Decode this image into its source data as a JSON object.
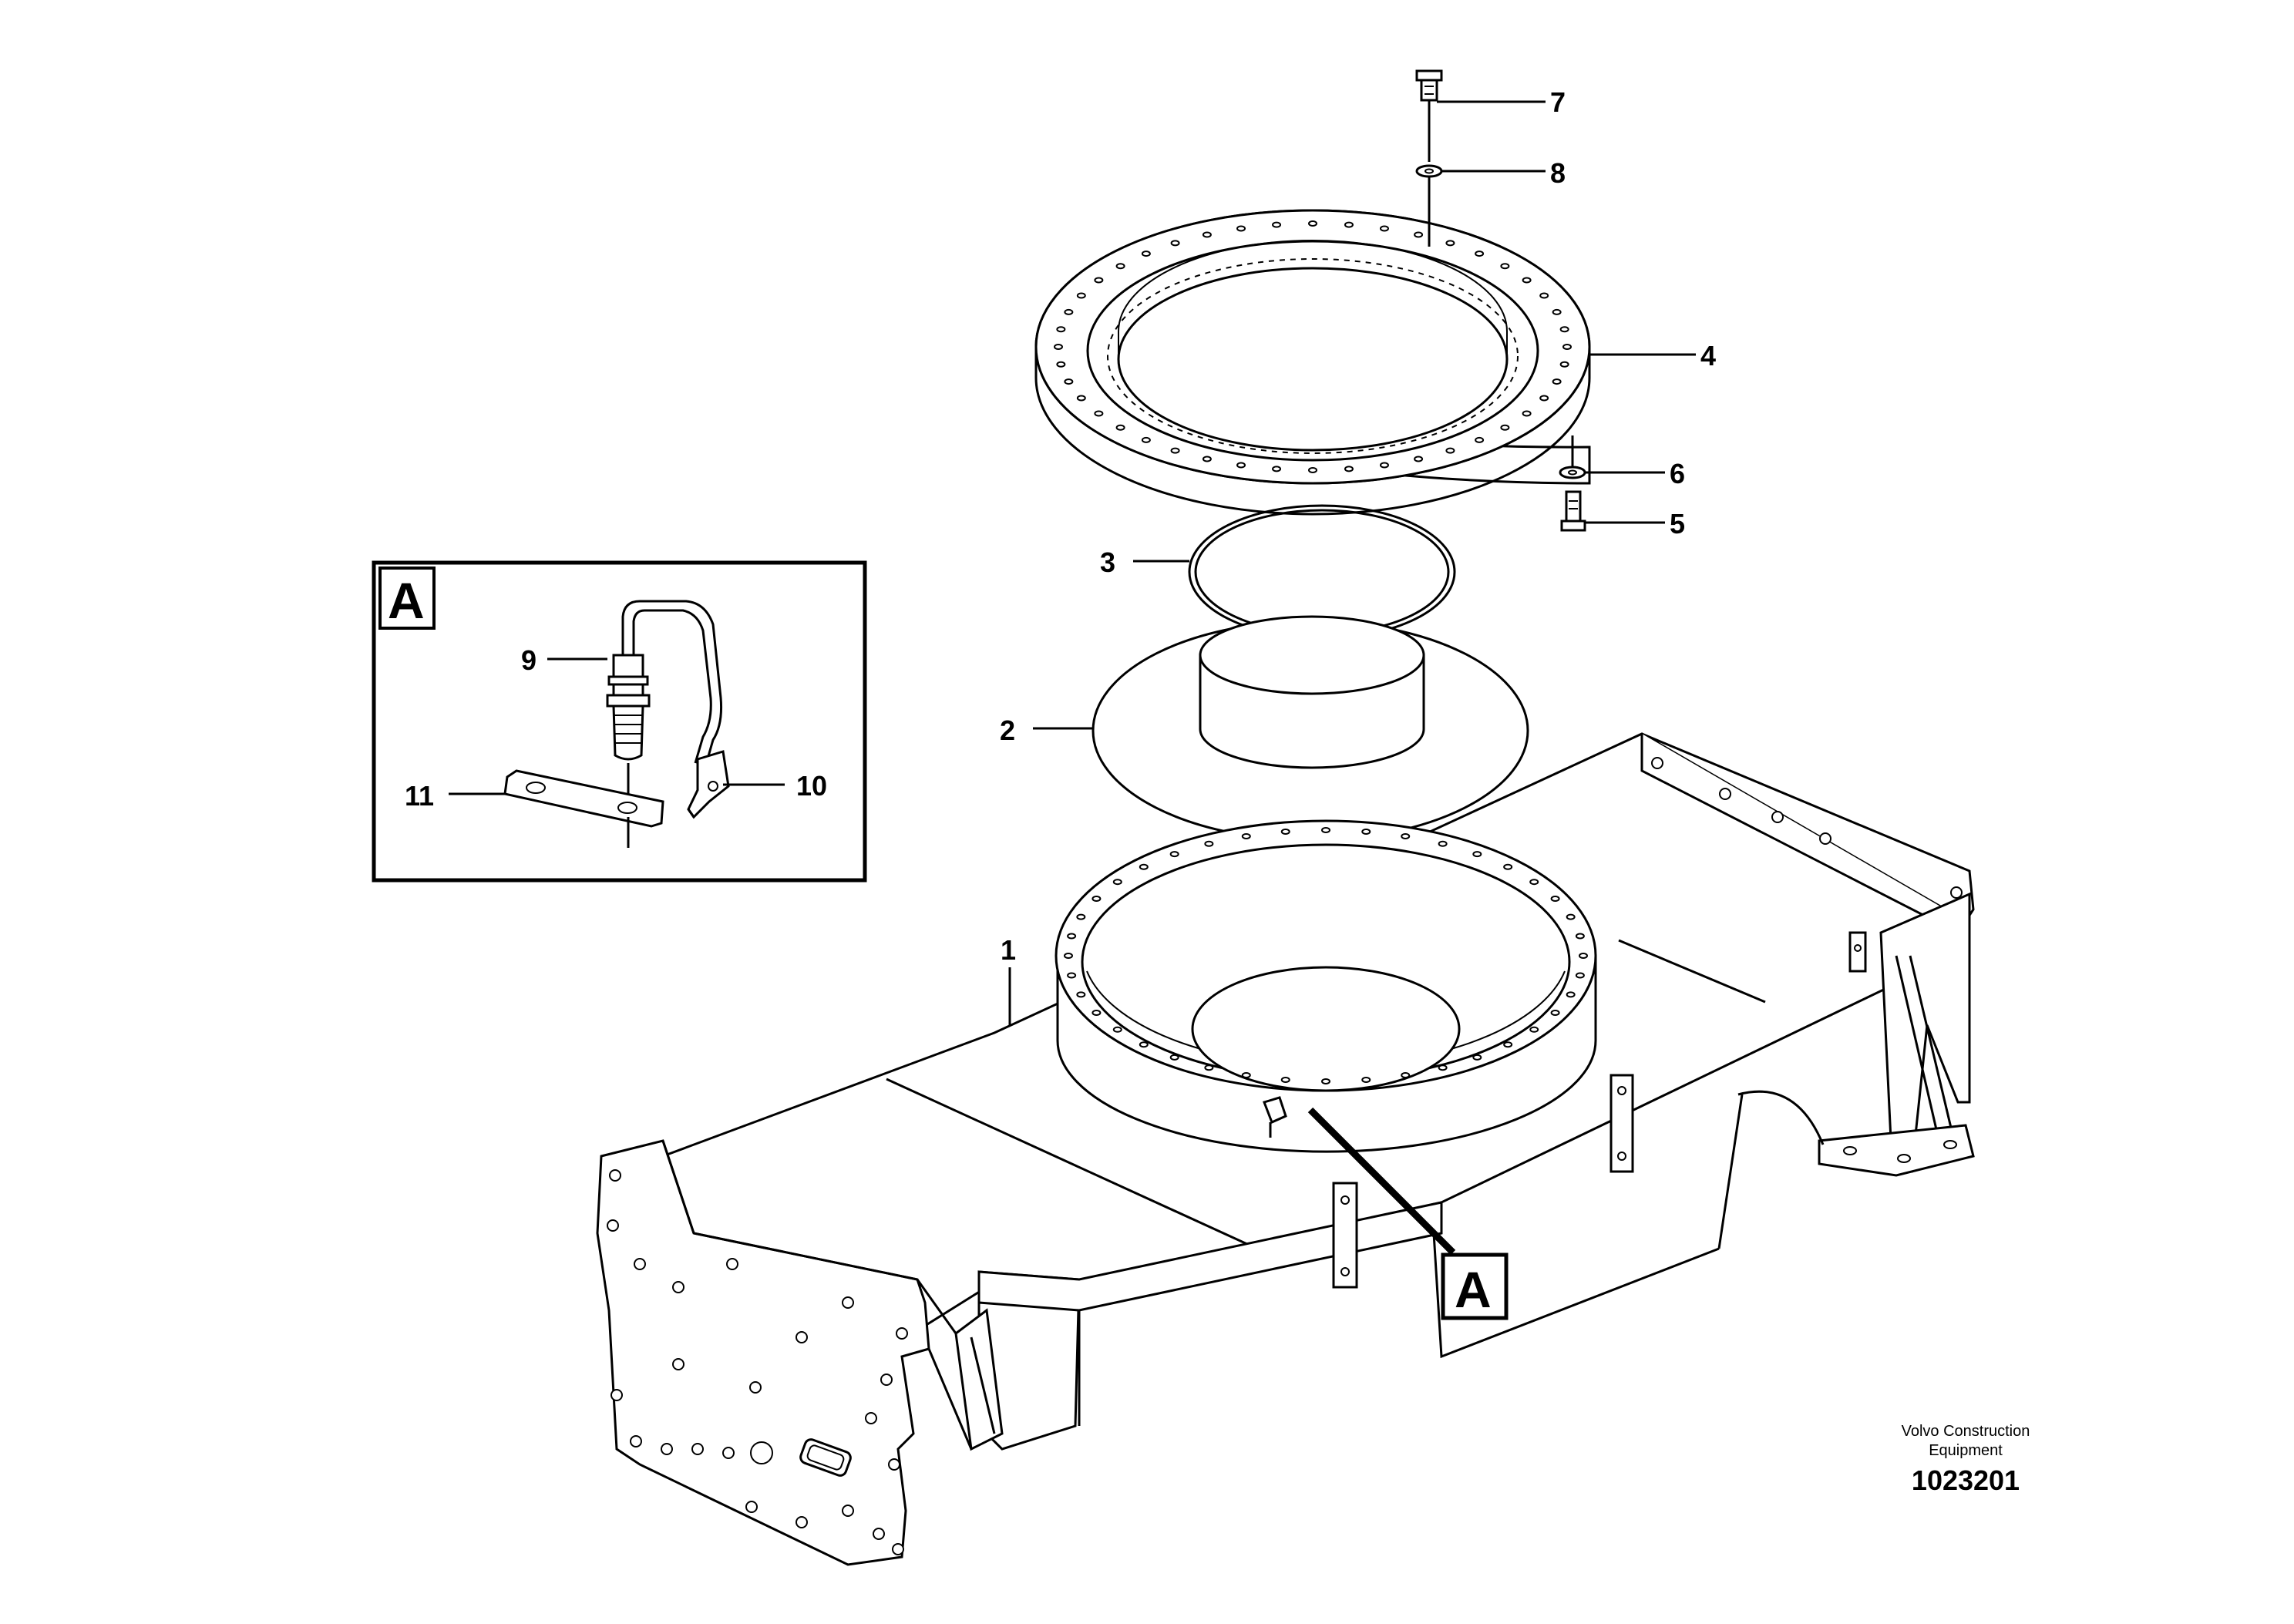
{
  "callouts": {
    "c1": "1",
    "c2": "2",
    "c3": "3",
    "c4": "4",
    "c5": "5",
    "c6": "6",
    "c7": "7",
    "c8": "8",
    "c9": "9",
    "c10": "10",
    "c11": "11"
  },
  "detail_view": {
    "label": "A"
  },
  "detail_marker": {
    "label": "A"
  },
  "footer": {
    "company_line1": "Volvo Construction",
    "company_line2": "Equipment",
    "drawing_number": "1023201"
  }
}
